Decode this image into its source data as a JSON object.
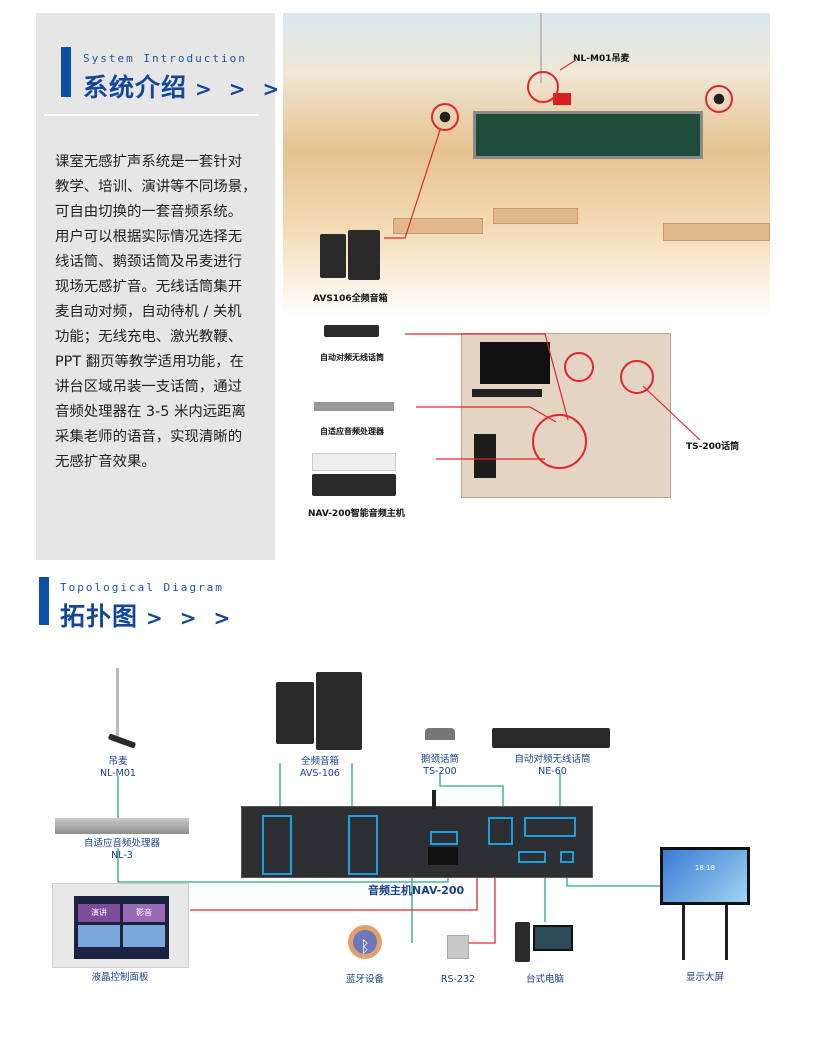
{
  "intro_section": {
    "subtitle_en": "System Introduction",
    "title": "系统介绍",
    "arrows": "> > >",
    "body_lines": [
      "课室无感扩声系统是一套针对",
      "教学、培训、演讲等不同场景，",
      "可自由切换的一套音频系统。",
      "用户可以根据实际情况选择无",
      "线话筒、鹅颈话筒及吊麦进行",
      "现场无感扩音。无线话筒集开",
      "麦自动对频，自动待机 / 关机",
      "功能；无线充电、激光教鞭、",
      "PPT 翻页等教学适用功能，在",
      "讲台区域吊装一支话筒，通过",
      "音频处理器在 3-5 米内远距离",
      "采集老师的语音，实现清晰的",
      "无感扩音效果。"
    ]
  },
  "classroom_photo": {
    "labels": {
      "ceiling_mic": "NL-M01吊麦",
      "speaker": "AVS106全频音箱",
      "wireless_mic": "自动对频无线话筒",
      "processor": "自适应音频处理器",
      "host": "NAV-200智能音频主机",
      "gooseneck": "TS-200话筒"
    }
  },
  "topology_section": {
    "subtitle_en": "Topological Diagram",
    "title": "拓扑图",
    "arrows": "> > >",
    "devices": {
      "ceiling_mic": {
        "name": "吊麦",
        "model": "NL-M01"
      },
      "speaker": {
        "name": "全频音箱",
        "model": "AVS-106"
      },
      "gooseneck": {
        "name": "鹅颈话筒",
        "model": "TS-200"
      },
      "wireless": {
        "name": "自动对频无线话筒",
        "model": "NE-60"
      },
      "processor": {
        "name": "自适应音频处理器",
        "model": "NL-3"
      },
      "host": {
        "name": "音频主机NAV-200"
      },
      "panel": {
        "name": "液晶控制面板",
        "btn1": "演讲",
        "btn2": "影音"
      },
      "bluetooth": {
        "name": "蓝牙设备"
      },
      "rs232": {
        "name": "RS-232"
      },
      "pc": {
        "name": "台式电脑"
      },
      "display": {
        "name": "显示大屏",
        "clock": "18:18"
      }
    }
  },
  "colors": {
    "accent": "#0d4ea6",
    "red_line": "#e0262f",
    "green_line": "#2aa88a",
    "port_box": "#1aa0e0"
  }
}
